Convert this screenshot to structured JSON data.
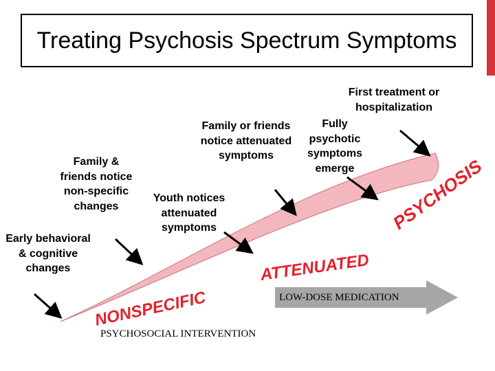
{
  "title": "Treating Psychosis Spectrum Symptoms",
  "labels": {
    "early": "Early behavioral & cognitive changes",
    "family_nonspecific": "Family & friends notice non-specific changes",
    "youth_attenuated": "Youth notices attenuated symptoms",
    "family_attenuated": "Family or friends notice attenuated symptoms",
    "fully_psychotic": "Fully psychotic symptoms emerge",
    "first_treatment": "First treatment or hospitalization"
  },
  "stages": {
    "nonspecific": "NONSPECIFIC",
    "attenuated": "ATTENUATED",
    "psychosis": "PSYCHOSIS"
  },
  "interventions": {
    "medication": "LOW-DOSE MEDICATION",
    "psychosocial": "PSYCHOSOCIAL INTERVENTION"
  },
  "colors": {
    "wedge_fill": "#f2b8bd",
    "wedge_stroke": "#d0707a",
    "stage_text": "#e5202b",
    "arrow_fill": "#a6a6a6",
    "accent_bar": "#d4363a"
  }
}
